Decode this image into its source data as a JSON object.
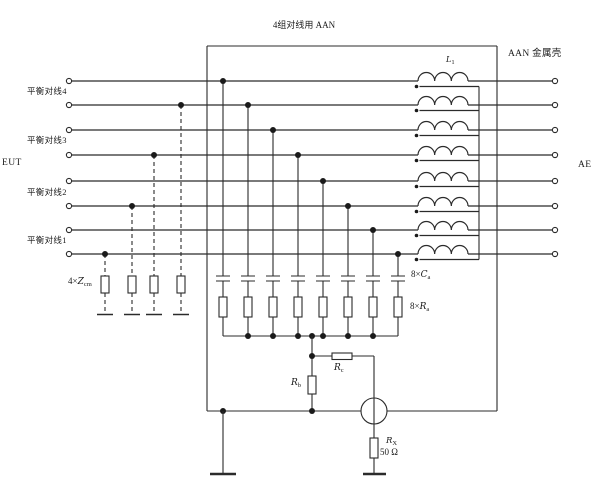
{
  "title": "4组对线用 AAN",
  "enclosure_label": "AAN 金属壳",
  "eut_label": "EUT",
  "ae_label": "AE",
  "pairs": [
    {
      "label": "平衡对线4"
    },
    {
      "label": "平衡对线3"
    },
    {
      "label": "平衡对线2"
    },
    {
      "label": "平衡对线1"
    }
  ],
  "components": {
    "zcm": {
      "prefix": "4×",
      "symbol": "Z",
      "sub": "cm"
    },
    "l1": {
      "symbol": "L",
      "sub": "1"
    },
    "ca": {
      "prefix": "8×",
      "symbol": "C",
      "sub": "a"
    },
    "ra": {
      "prefix": "8×",
      "symbol": "R",
      "sub": "a"
    },
    "rb": {
      "symbol": "R",
      "sub": "b"
    },
    "rc": {
      "symbol": "R",
      "sub": "c"
    },
    "rx": {
      "symbol": "R",
      "sub": "X"
    },
    "rx_value": "50 Ω"
  },
  "colors": {
    "line": "#2b2b2b",
    "text": "#1a1a1a",
    "background": "#ffffff"
  }
}
